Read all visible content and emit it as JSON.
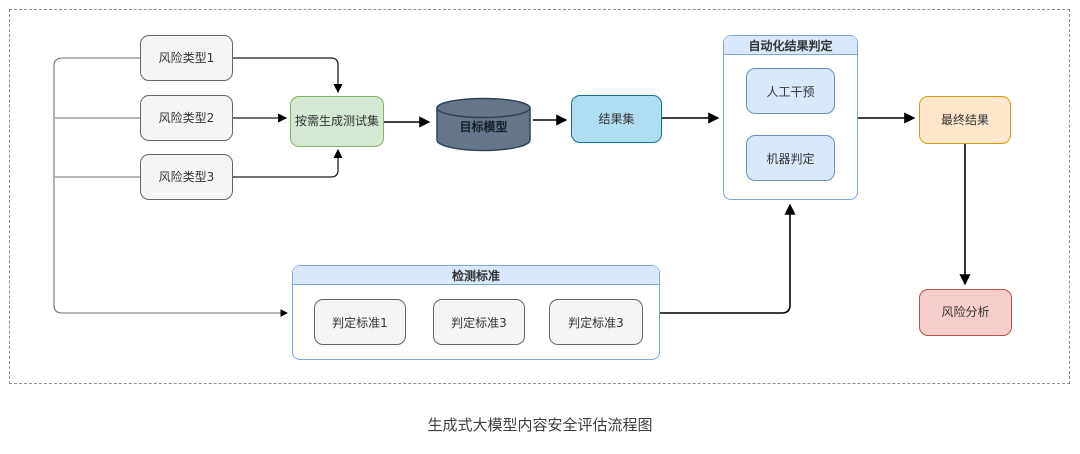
{
  "diagram": {
    "caption": "生成式大模型内容安全评估流程图",
    "nodes": {
      "risk_type_1": {
        "label": "风险类型1"
      },
      "risk_type_2": {
        "label": "风险类型2"
      },
      "risk_type_3": {
        "label": "风险类型3"
      },
      "generate_testset": {
        "label": "按需生成测试集"
      },
      "target_model": {
        "label": "目标模型"
      },
      "result_set": {
        "label": "结果集"
      },
      "auto_judgment": {
        "title": "自动化结果判定",
        "children": [
          {
            "label": "人工干预"
          },
          {
            "label": "机器判定"
          }
        ]
      },
      "final_result": {
        "label": "最终结果"
      },
      "risk_analysis": {
        "label": "风险分析"
      },
      "detection_standards": {
        "title": "检测标准",
        "children": [
          {
            "label": "判定标准1"
          },
          {
            "label": "判定标准3"
          },
          {
            "label": "判定标准3"
          }
        ]
      }
    },
    "edges": [
      {
        "from": "risk_type_1",
        "to": "generate_testset"
      },
      {
        "from": "risk_type_2",
        "to": "generate_testset"
      },
      {
        "from": "risk_type_3",
        "to": "generate_testset"
      },
      {
        "from": "risk_types",
        "to": "detection_standards"
      },
      {
        "from": "generate_testset",
        "to": "target_model"
      },
      {
        "from": "target_model",
        "to": "result_set"
      },
      {
        "from": "result_set",
        "to": "auto_judgment"
      },
      {
        "from": "detection_standards",
        "to": "auto_judgment"
      },
      {
        "from": "auto_judgment",
        "to": "final_result"
      },
      {
        "from": "final_result",
        "to": "risk_analysis"
      }
    ],
    "colors": {
      "gray_node_fill": "#f5f5f5",
      "gray_node_border": "#666666",
      "green_fill": "#d5e8d4",
      "green_border": "#82b366",
      "cylinder_fill": "#647687",
      "cylinder_border": "#314354",
      "blue_fill": "#b1ddf0",
      "blue_border": "#10739e",
      "panel_header_fill": "#dae8fc",
      "panel_border": "#7ea6e0",
      "inner_blue_fill": "#dae8fc",
      "inner_blue_border": "#6c8ebf",
      "orange_fill": "#ffe6cc",
      "orange_border": "#d79b00",
      "red_fill": "#f8cecc",
      "red_border": "#b85450",
      "connector": "#000000"
    }
  }
}
